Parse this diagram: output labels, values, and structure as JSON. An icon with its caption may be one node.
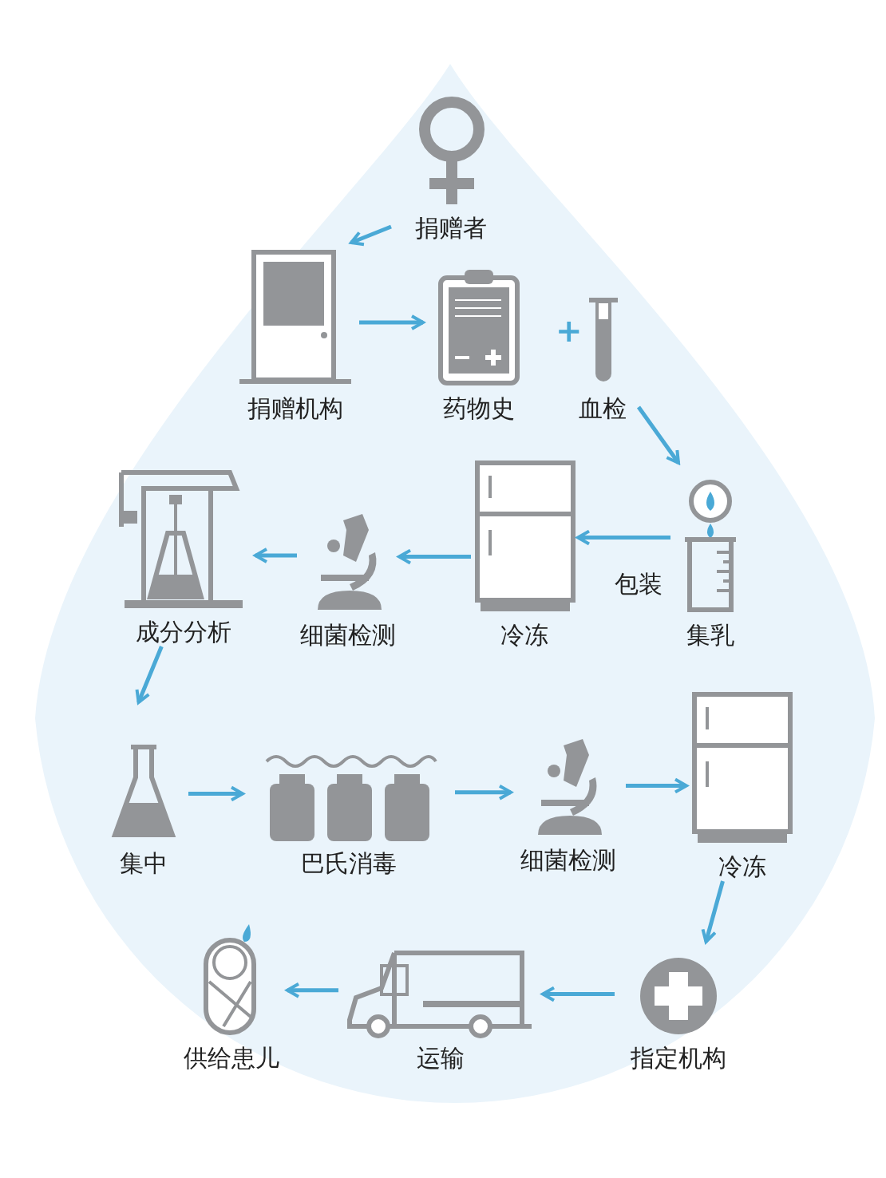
{
  "diagram": {
    "nodes": [
      {
        "text": [
          "捐赠者"
        ]
      },
      {
        "text": [
          "捐赠机构"
        ]
      },
      {
        "text": [
          "药物史"
        ]
      },
      {
        "text": [
          "血检"
        ]
      },
      {
        "text": [
          "成分分析"
        ]
      },
      {
        "text": [
          "细菌检测"
        ]
      },
      {
        "text": [
          "冷冻"
        ]
      },
      {
        "text": [
          "集乳"
        ]
      },
      {
        "text": [
          "集中"
        ]
      },
      {
        "text": [
          "巴氏消毒"
        ]
      },
      {
        "text": [
          "细菌检测"
        ]
      },
      {
        "text": [
          "冷冻"
        ]
      },
      {
        "text": [
          "供给患儿"
        ]
      },
      {
        "text": [
          "运输"
        ]
      },
      {
        "text": [
          "指定机构"
        ]
      }
    ],
    "edges": [
      {
        "from": 0,
        "to": 1,
        "arrow": "to"
      },
      {
        "from": 1,
        "to": 2,
        "arrow": "to"
      },
      {
        "from": 3,
        "to": 7,
        "arrow": "to"
      },
      {
        "from": 7,
        "to": 6,
        "arrow": "to",
        "label": "包装"
      },
      {
        "from": 6,
        "to": 5,
        "arrow": "to"
      },
      {
        "from": 5,
        "to": 4,
        "arrow": "to"
      },
      {
        "from": 4,
        "to": 8,
        "arrow": "to"
      },
      {
        "from": 8,
        "to": 9,
        "arrow": "to"
      },
      {
        "from": 9,
        "to": 10,
        "arrow": "to"
      },
      {
        "from": 10,
        "to": 11,
        "arrow": "to"
      },
      {
        "from": 11,
        "to": 14,
        "arrow": "to"
      },
      {
        "from": 14,
        "to": 13,
        "arrow": "to"
      },
      {
        "from": 13,
        "to": 12,
        "arrow": "to"
      }
    ],
    "labels": [
      "+"
    ]
  }
}
